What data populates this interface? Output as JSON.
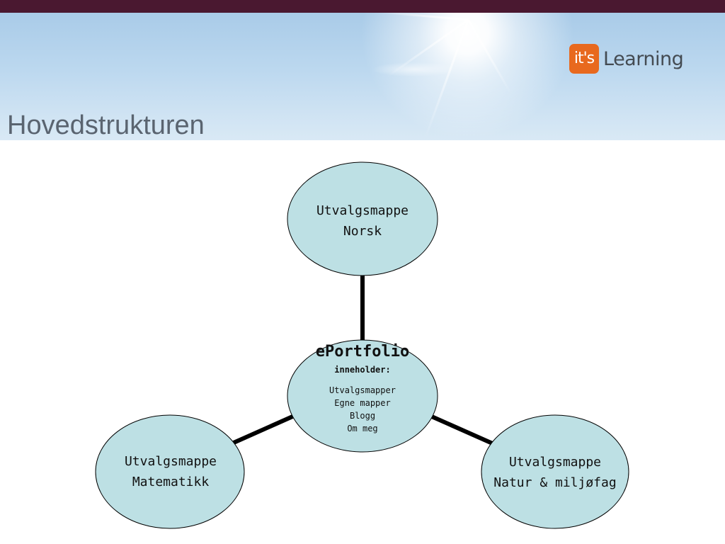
{
  "header": {
    "title": "Hovedstrukturen",
    "logo_badge": "it's",
    "logo_text": "Learning"
  },
  "diagram": {
    "center": {
      "title": "ePortfolio",
      "subtitle": "inneholder:",
      "items": [
        "Utvalgsmapper",
        "Egne mapper",
        "Blogg",
        "Om meg"
      ]
    },
    "nodes": [
      {
        "id": "norsk",
        "line1": "Utvalgsmappe",
        "line2": "Norsk"
      },
      {
        "id": "matematikk",
        "line1": "Utvalgsmappe",
        "line2": "Matematikk"
      },
      {
        "id": "natur",
        "line1": "Utvalgsmappe",
        "line2": "Natur & miljøfag"
      }
    ]
  },
  "colors": {
    "topbar": "#4a1830",
    "node_fill": "#bde0e4",
    "connector": "#000000",
    "logo_orange": "#e8691e"
  }
}
